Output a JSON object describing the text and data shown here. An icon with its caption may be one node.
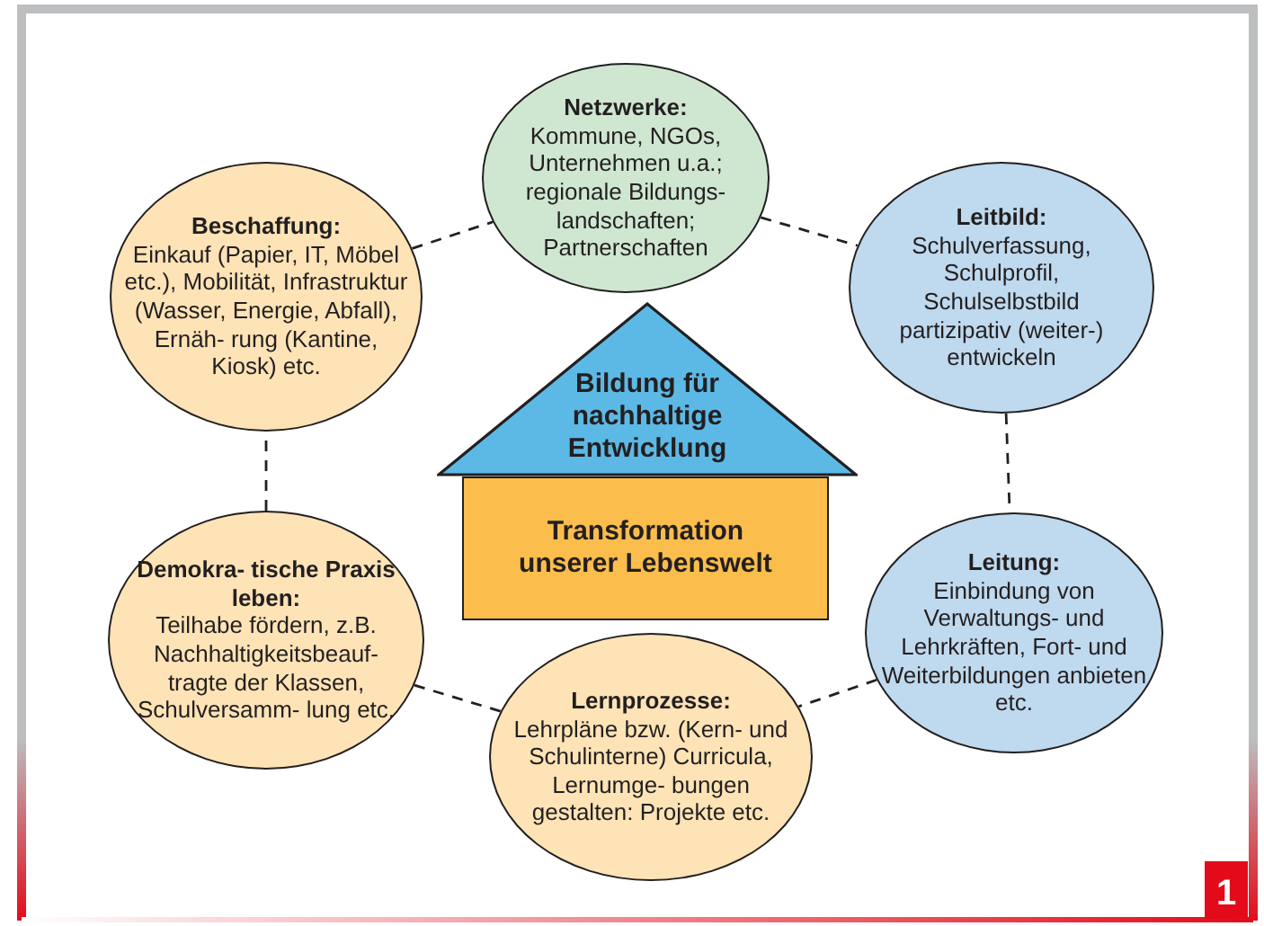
{
  "diagram": {
    "nodes": [
      {
        "text": [
          "Netzwerke:",
          "Kommune, NGOs, Unternehmen u.a.; regionale Bildungs- landschaften; Partnerschaften"
        ]
      },
      {
        "text": [
          "Beschaffung:",
          "Einkauf (Papier, IT, Möbel etc.), Mobilität, Infrastruktur (Wasser, Energie, Abfall), Ernäh- rung (Kantine, Kiosk) etc."
        ]
      },
      {
        "text": [
          "Leitbild:",
          "Schulverfassung, Schulprofil, Schulselbstbild partizipativ (weiter-) entwickeln"
        ]
      },
      {
        "text": [
          "Bildung für nachhaltige Entwicklung"
        ]
      },
      {
        "text": [
          "Transformation unserer Lebenswelt"
        ]
      },
      {
        "text": [
          "Demokra- tische Praxis leben:",
          "Teilhabe fördern, z.B. Nachhaltigkeitsbeauf- tragte der Klassen, Schulversamm- lung etc."
        ]
      },
      {
        "text": [
          "Leitung:",
          "Einbindung von Verwaltungs- und Lehrkräften, Fort- und Weiterbildungen anbieten etc."
        ]
      },
      {
        "text": [
          "Lernprozesse:",
          "Lehrpläne bzw. (Kern- und Schulinterne) Curricula, Lernumge- bungen gestalten: Projekte etc."
        ]
      }
    ],
    "edges": [
      {
        "from": 1,
        "to": 0,
        "arrow": "none",
        "style": "dashed"
      },
      {
        "from": 0,
        "to": 2,
        "arrow": "none",
        "style": "dashed"
      },
      {
        "from": 2,
        "to": 6,
        "arrow": "none",
        "style": "dashed"
      },
      {
        "from": 6,
        "to": 7,
        "arrow": "none",
        "style": "dashed"
      },
      {
        "from": 7,
        "to": 5,
        "arrow": "none",
        "style": "dashed"
      },
      {
        "from": 5,
        "to": 1,
        "arrow": "none",
        "style": "dashed"
      }
    ],
    "labels": [
      "1"
    ]
  }
}
